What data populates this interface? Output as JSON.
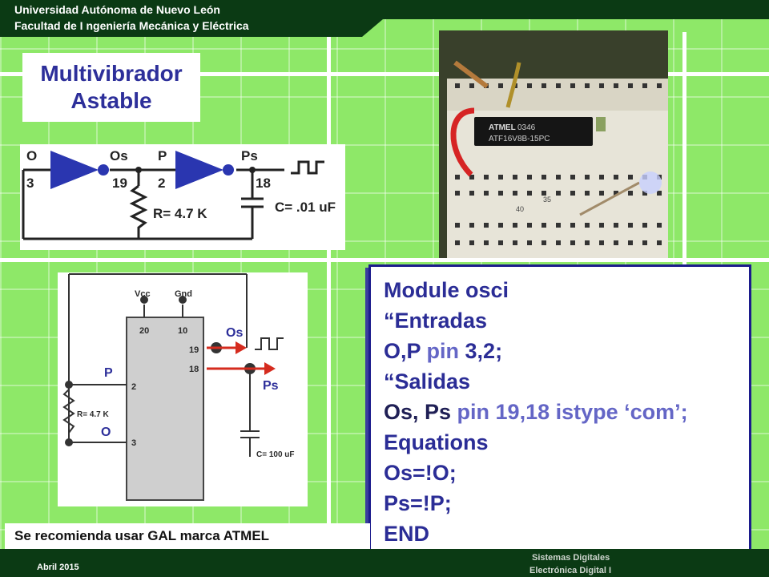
{
  "header": {
    "line1": "Universidad Autónoma de Nuevo León",
    "line2": "Facultad de I ngeniería Mecánica y Eléctrica"
  },
  "title": {
    "line1": "Multivibrador",
    "line2": "Astable"
  },
  "schematic1": {
    "label_o": "O",
    "pin_o": "3",
    "label_os": "Os",
    "pin_os": "19",
    "label_p": "P",
    "pin_p": "2",
    "label_ps": "Ps",
    "pin_ps": "18",
    "resistor": "R= 4.7 K",
    "capacitor": "C= .01 uF"
  },
  "photo": {
    "chip_brand": "ATMEL",
    "chip_code1": "0346",
    "chip_code2": "ATF16V8B-15PC",
    "row40": "40",
    "row35": "35"
  },
  "schematic2": {
    "vcc": "Vcc",
    "gnd": "Gnd",
    "pin20": "20",
    "pin10": "10",
    "pin19": "19",
    "pin18": "18",
    "pin2": "2",
    "pin3": "3",
    "label_os": "Os",
    "label_ps": "Ps",
    "label_p": "P",
    "label_o": "O",
    "resistor": "R= 4.7 K",
    "capacitor": "C= 100 uF"
  },
  "code": {
    "l1": "Module osci",
    "l2": "“Entradas",
    "l3a": "O,P ",
    "l3b": "pin",
    "l3c": " 3,2;",
    "l4": "“Salidas",
    "l5a": "Os, Ps ",
    "l5b": "pin 19,18 istype ‘com’;",
    "l6": "Equations",
    "l7": "Os=!O;",
    "l8": "Ps=!P;",
    "l9": " END"
  },
  "note": "Se recomienda usar GAL marca ATMEL",
  "footer": {
    "date": "Abril 2015",
    "course1": "Sistemas Digitales",
    "course2": "Electrónica Digital I"
  },
  "colors": {
    "background": "#8ee868",
    "accent": "#2d2f9a",
    "footer": "#0b3a14"
  }
}
